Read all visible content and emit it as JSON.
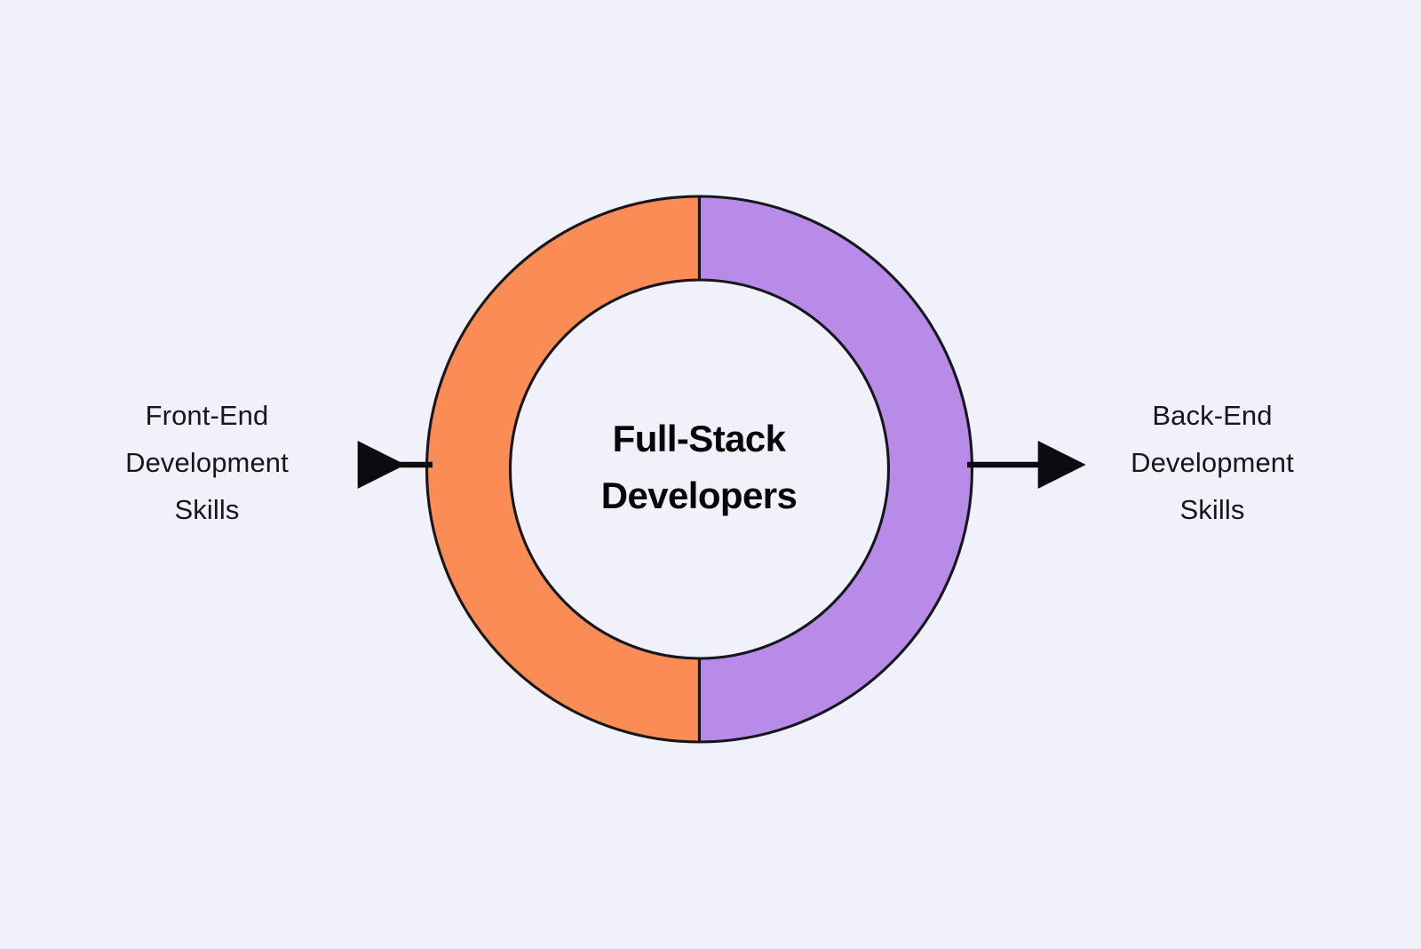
{
  "diagram": {
    "title": "Full-Stack Developers",
    "center": {
      "lines": [
        "Full-Stack",
        "Developers"
      ]
    },
    "colors": {
      "background": "#f1f1fb",
      "front_end_segment": "#fb8c55",
      "back_end_segment": "#b98be8",
      "inner_circle": "#f1f1fb",
      "outline": "#16161d",
      "arrow": "#0b0b10",
      "label_text": "#16161d",
      "center_text": "#060608"
    },
    "segments": [
      {
        "name": "front-end",
        "side": "left",
        "color": "#fb8c55",
        "share_percent": 50,
        "label_lines": [
          "Front-End",
          "Development",
          "Skills"
        ]
      },
      {
        "name": "back-end",
        "side": "right",
        "color": "#b98be8",
        "share_percent": 50,
        "label_lines": [
          "Back-End",
          "Development",
          "Skills"
        ]
      }
    ],
    "arrows": [
      {
        "name": "arrow-left",
        "direction": "left"
      },
      {
        "name": "arrow-right",
        "direction": "right"
      }
    ]
  },
  "chart_data": {
    "type": "pie",
    "title": "Full-Stack Developers",
    "categories": [
      "Front-End Development Skills",
      "Back-End Development Skills"
    ],
    "values": [
      50,
      50
    ],
    "colors": [
      "#fb8c55",
      "#b98be8"
    ],
    "labels": [
      "Front-End Development Skills",
      "Back-End Development Skills"
    ],
    "center_label": "Full-Stack Developers",
    "donut": true,
    "inner_radius_ratio": 0.695,
    "start_angle_deg": 90,
    "legend": "none",
    "grid": false
  }
}
